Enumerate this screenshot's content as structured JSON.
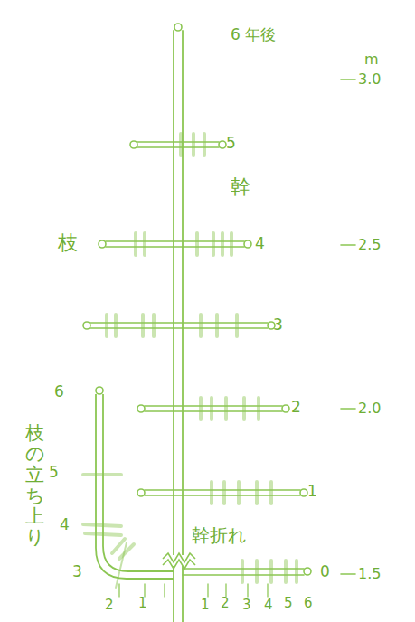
{
  "diagram": {
    "labels": [
      "6 年後",
      "m",
      "3.0",
      "5",
      "幹",
      "枝",
      "4",
      "2.5",
      "3",
      "6",
      "2",
      "2.0",
      "枝の立ち上り",
      "5",
      "1",
      "4",
      "幹折れ",
      "3",
      "0",
      "1.5",
      "2",
      "1",
      "1",
      "2",
      "3",
      "4",
      "5",
      "6"
    ]
  }
}
